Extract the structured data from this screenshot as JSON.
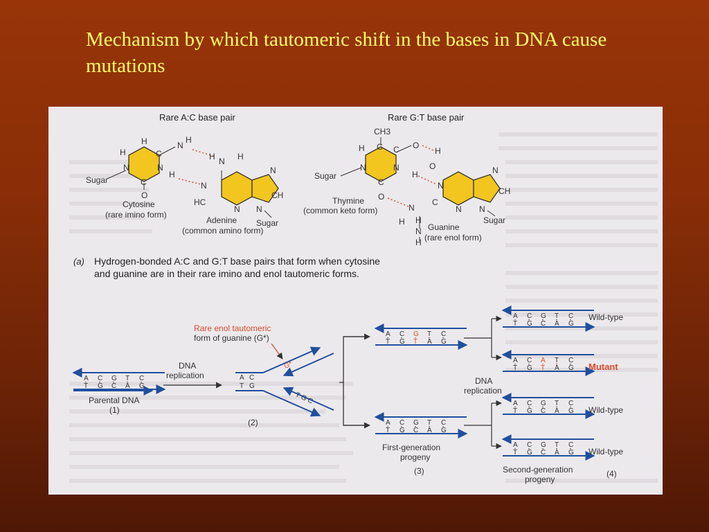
{
  "slide": {
    "title": "Mechanism by which tautomeric shift in the bases in DNA cause mutations"
  },
  "colors": {
    "title": "#ffff66",
    "background": "#8a2e07",
    "figure_bg": "#ece9ec",
    "base_ring": "#f3c51f",
    "strand_arrow": "#1f4f9f",
    "mutant": "#d94a2c"
  },
  "panel_a": {
    "ac_pair": {
      "heading": "Rare A:C base pair",
      "cytosine": "Cytosine",
      "cytosine_form": "(rare imino form)",
      "adenine": "Adenine",
      "adenine_form": "(common amino form)",
      "sugar_left": "Sugar",
      "sugar_right": "Sugar"
    },
    "gt_pair": {
      "heading": "Rare G:T base pair",
      "methyl": "CH3",
      "thymine": "Thymine",
      "thymine_form": "(common keto form)",
      "guanine": "Guanine",
      "guanine_form": "(rare enol form)",
      "sugar_left": "Sugar",
      "sugar_right": "Sugar"
    },
    "letter": "(a)",
    "caption_line1": "Hydrogen-bonded A:C and G:T base pairs that form when cytosine",
    "caption_line2": "and guanine are in their rare imino and enol tautomeric forms."
  },
  "panel_b": {
    "parental_label": "Parental DNA",
    "step1": "(1)",
    "replication1": "DNA",
    "replication1b": "replication",
    "rare_enol_line1": "Rare enol tautomeric",
    "rare_enol_line2": "form of guanine (G*)",
    "step2": "(2)",
    "replication2": "DNA",
    "replication2b": "replication",
    "first_gen_line1": "First-generation",
    "first_gen_line2": "progeny",
    "step3": "(3)",
    "second_gen_line1": "Second-generation",
    "second_gen_line2": "progeny",
    "step4": "(4)",
    "outcomes": [
      "Wild-type",
      "Mutant",
      "Wild-type",
      "Wild-type"
    ],
    "top_strand": [
      "A",
      "C",
      "G",
      "T",
      "C"
    ],
    "bottom_strand": [
      "T",
      "G",
      "C",
      "A",
      "G"
    ],
    "mutant_top": [
      "A",
      "C",
      "A",
      "T",
      "C"
    ],
    "mutant_bottom": [
      "T",
      "G",
      "T",
      "A",
      "G"
    ],
    "first_gen_top_mut": [
      "A",
      "C",
      "G",
      "T",
      "C"
    ],
    "first_gen_bottom_mut": [
      "T",
      "G",
      "T",
      "A",
      "G"
    ]
  }
}
